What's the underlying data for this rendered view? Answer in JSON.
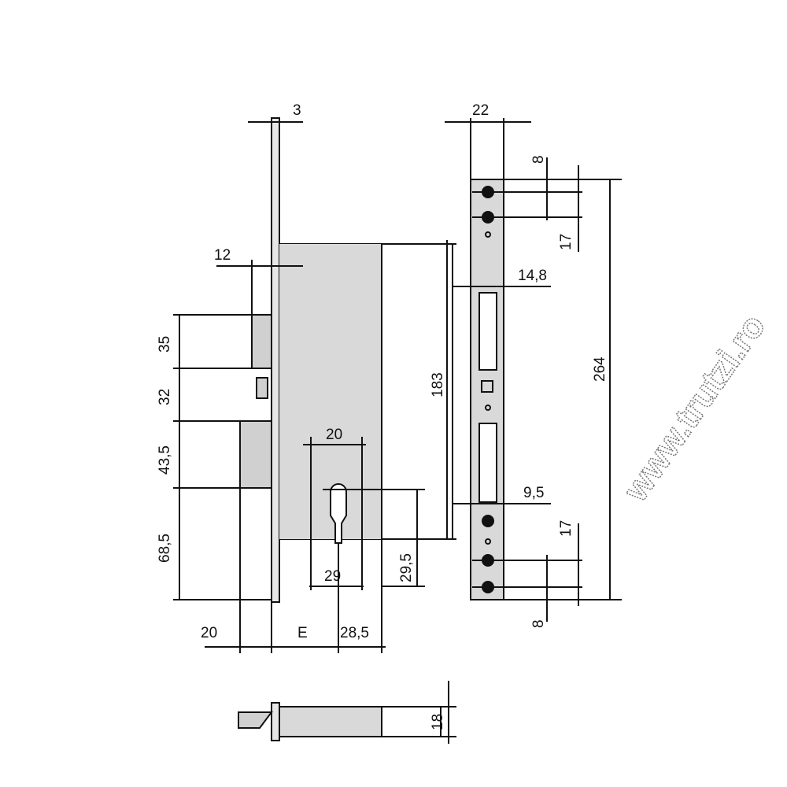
{
  "watermark": "www.trutzi.ro",
  "dimensions": {
    "faceplate_thickness": "3",
    "strike_width": "22",
    "latch_offset": "12",
    "latch_height": "35",
    "latch_to_bolt": "32",
    "bolt_to_cylinder": "43,5",
    "cylinder_to_bottom": "68,5",
    "bolt_throw": "20",
    "backset": "E",
    "cylinder_to_back": "28,5",
    "cylinder_width_top": "20",
    "cylinder_spacing": "29",
    "cylinder_bottom": "29,5",
    "body_height": "183",
    "strike_top_hole": "8",
    "strike_top_spacing": "17",
    "strike_latch_offset": "14,8",
    "strike_bolt_offset": "9,5",
    "strike_bottom_spacing": "17",
    "strike_bottom_hole": "8",
    "strike_height": "264",
    "body_depth": "18"
  },
  "colors": {
    "body": "#d9d9d9",
    "line": "#111111"
  }
}
